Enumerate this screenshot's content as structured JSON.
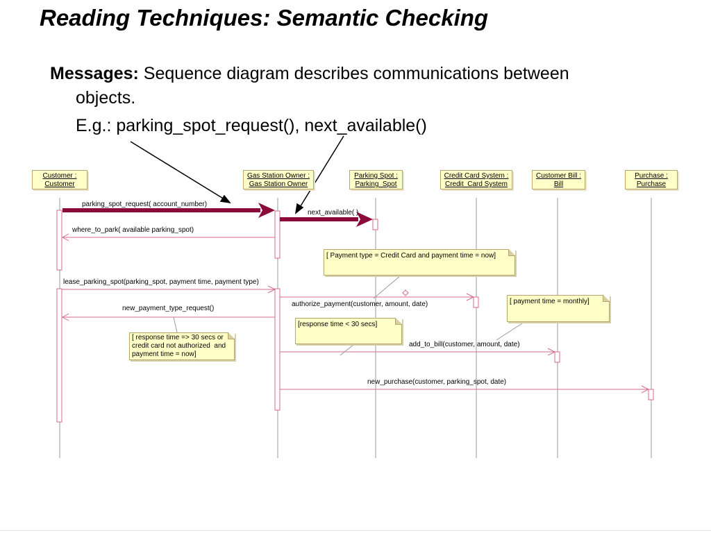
{
  "title": "Reading Techniques: Semantic Checking",
  "bullet": {
    "label": "Messages:",
    "text_line1": " Sequence diagram describes communications between",
    "text_line2": "objects.",
    "example": "E.g.: parking_spot_request(), next_available()"
  },
  "diagram": {
    "lifelines": [
      {
        "line1": "Customer :",
        "line2": "Customer"
      },
      {
        "line1": "Gas Station Owner :",
        "line2": "Gas Station Owner"
      },
      {
        "line1": "Parking Spot :",
        "line2": "Parking_Spot"
      },
      {
        "line1": "Credit Card System :",
        "line2": "Credit_Card System"
      },
      {
        "line1": "Customer Bill :",
        "line2": "Bill"
      },
      {
        "line1": "Purchase :",
        "line2": "Purchase"
      }
    ],
    "messages": [
      "parking_spot_request( account_number)",
      "next_available( )",
      "where_to_park( available parking_spot)",
      "lease_parking_spot(parking_spot, payment time, payment type)",
      "new_payment_type_request()",
      "authorize_payment(customer, amount, date)",
      "add_to_bill(customer, amount, date)",
      "new_purchase(customer, parking_spot, date)"
    ],
    "notes": [
      "[ Payment type = Credit Card and payment time = now]",
      "[ payment time = monthly]",
      "[response time < 30 secs]",
      "[ response time => 30 secs or\ncredit card not authorized  and\npayment time = now]"
    ]
  },
  "colors": {
    "highlight_arrow": "#8b0a3a",
    "message_line": "#d66a8a",
    "lifeline": "#9a9a9a",
    "note_fill": "#ffffc8"
  }
}
